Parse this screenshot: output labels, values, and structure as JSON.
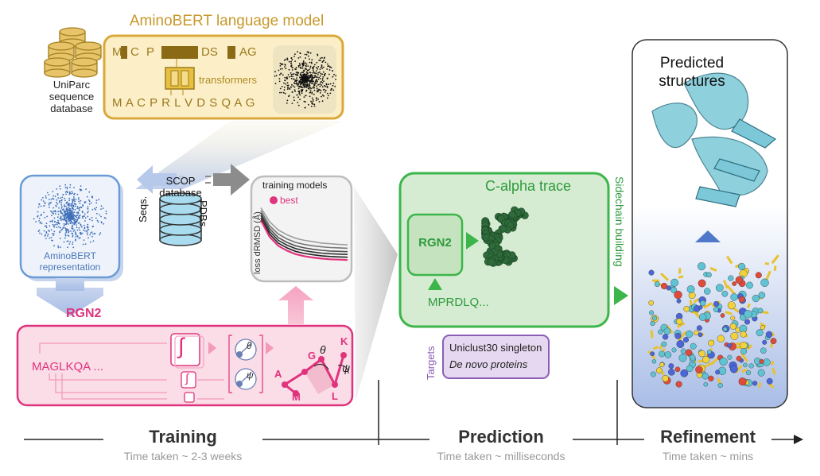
{
  "aminobert": {
    "title": "AminoBERT language model",
    "masked_sequence": [
      "M",
      "C",
      "P",
      "DS",
      "AG"
    ],
    "transformers_label": "transformers",
    "full_sequence": "M A C P R L V D S Q A G"
  },
  "uniparc": {
    "lines": [
      "UniParc",
      "sequence",
      "database"
    ]
  },
  "representation": {
    "lines": [
      "AminoBERT",
      "representation"
    ]
  },
  "scop": {
    "lines": [
      "SCOP",
      "database"
    ],
    "seqs_label": "Seqs.",
    "pdbs_label": "PDBs"
  },
  "training_plot": {
    "title": "training models",
    "legend_best": "best",
    "ylabel": "loss dRMSD (Å)"
  },
  "chart_data": {
    "type": "line",
    "title": "training models",
    "ylabel": "loss dRMSD (Å)",
    "xlabel": "",
    "x": [
      0,
      1,
      2,
      3,
      4,
      5,
      6,
      7,
      8,
      9,
      10
    ],
    "ylim": [
      0,
      10
    ],
    "series": [
      {
        "values": [
          9.6,
          7.6,
          6.4,
          5.7,
          5.2,
          4.9,
          4.7,
          4.5,
          4.4,
          4.3,
          4.25
        ]
      },
      {
        "values": [
          9.2,
          7.0,
          5.8,
          5.1,
          4.6,
          4.3,
          4.1,
          3.95,
          3.85,
          3.8,
          3.75
        ]
      },
      {
        "values": [
          8.8,
          6.6,
          5.3,
          4.6,
          4.1,
          3.8,
          3.6,
          3.45,
          3.35,
          3.3,
          3.25
        ]
      },
      {
        "values": [
          8.5,
          6.2,
          4.9,
          4.2,
          3.7,
          3.4,
          3.2,
          3.05,
          2.95,
          2.9,
          2.85
        ]
      },
      {
        "values": [
          8.1,
          5.8,
          4.5,
          3.8,
          3.3,
          3.0,
          2.8,
          2.65,
          2.55,
          2.5,
          2.45
        ]
      },
      {
        "name": "best",
        "values": [
          7.8,
          5.4,
          4.1,
          3.4,
          2.9,
          2.6,
          2.4,
          2.25,
          2.15,
          2.1,
          2.05
        ]
      }
    ]
  },
  "rgn2": {
    "title": "RGN2",
    "sequence": "MAGLKQA ...",
    "integral_symbol": "∫",
    "theta": "θ",
    "psi": "ψ",
    "residues": [
      "A",
      "G",
      "L",
      "K",
      "M"
    ]
  },
  "calpha": {
    "title": "C-alpha trace",
    "rgn2_label": "RGN2",
    "sequence": "MPRDLQ..."
  },
  "targets": {
    "label": "Targets",
    "items": [
      "Uniclust30 singleton",
      "De novo proteins"
    ]
  },
  "sidechain_label": "Sidechain building",
  "predicted": {
    "lines": [
      "Predicted",
      "structures"
    ]
  },
  "stages": [
    {
      "name": "Training",
      "time": "Time taken ~ 2-3 weeks"
    },
    {
      "name": "Prediction",
      "time": "Time taken ~ milliseconds"
    },
    {
      "name": "Refinement",
      "time": "Time taken ~ mins"
    }
  ],
  "colors": {
    "gold": "#d9a93a",
    "gold_fill": "#fcefc7",
    "blue": "#6b9bd6",
    "pink": "#e0337d",
    "pink_fill": "#fbdde7",
    "green": "#3cb54a",
    "green_fill": "#d6ecd2",
    "purple": "#8b5db5",
    "purple_fill": "#e5d8f0",
    "cyan": "#7cc8d8"
  }
}
